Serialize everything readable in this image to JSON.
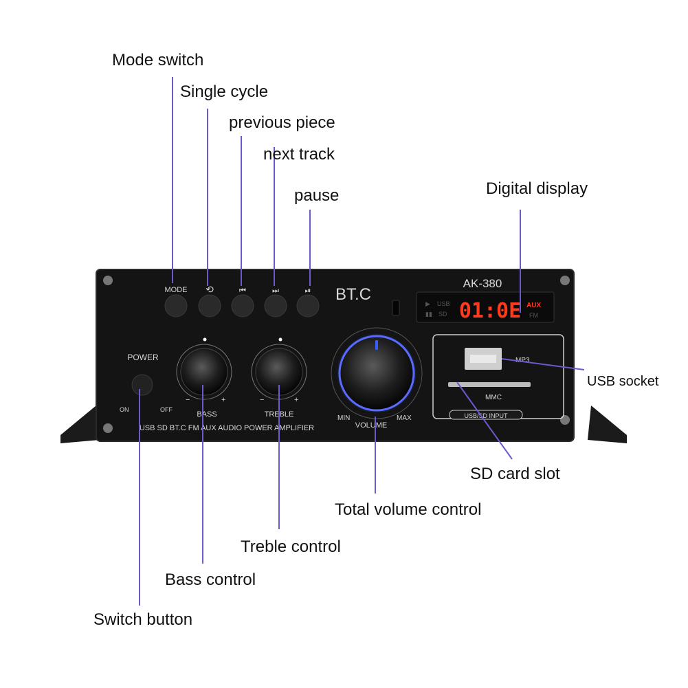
{
  "callouts": {
    "mode_switch": "Mode switch",
    "single_cycle": "Single cycle",
    "previous_piece": "previous piece",
    "next_track": "next track",
    "pause": "pause",
    "digital_display": "Digital display",
    "usb_socket": "USB socket",
    "sd_card_slot": "SD card slot",
    "total_volume_control": "Total volume control",
    "treble_control": "Treble control",
    "bass_control": "Bass control",
    "switch_button": "Switch button"
  },
  "panel": {
    "model": "AK-380",
    "brand": "BT.C",
    "mode_label": "MODE",
    "power_label": "POWER",
    "on_label": "ON",
    "off_label": "OFF",
    "bass_label": "BASS",
    "treble_label": "TREBLE",
    "volume_label": "VOLUME",
    "min_label": "MIN",
    "max_label": "MAX",
    "minus": "−",
    "plus": "+",
    "footer": "USB SD BT.C FM AUX AUDIO POWER AMPLIFIER",
    "display_value": "01:0E",
    "display_aux": "AUX",
    "display_fm": "FM",
    "display_usb": "USB",
    "display_sd": "SD",
    "mp3_label": "MP3",
    "mmc_label": "MMC",
    "input_label": "USB/SD INPUT"
  },
  "colors": {
    "leader": "#6a5acd",
    "panel": "#141414",
    "led": "#ff3b1f",
    "knob_glow": "#3a5bff"
  }
}
